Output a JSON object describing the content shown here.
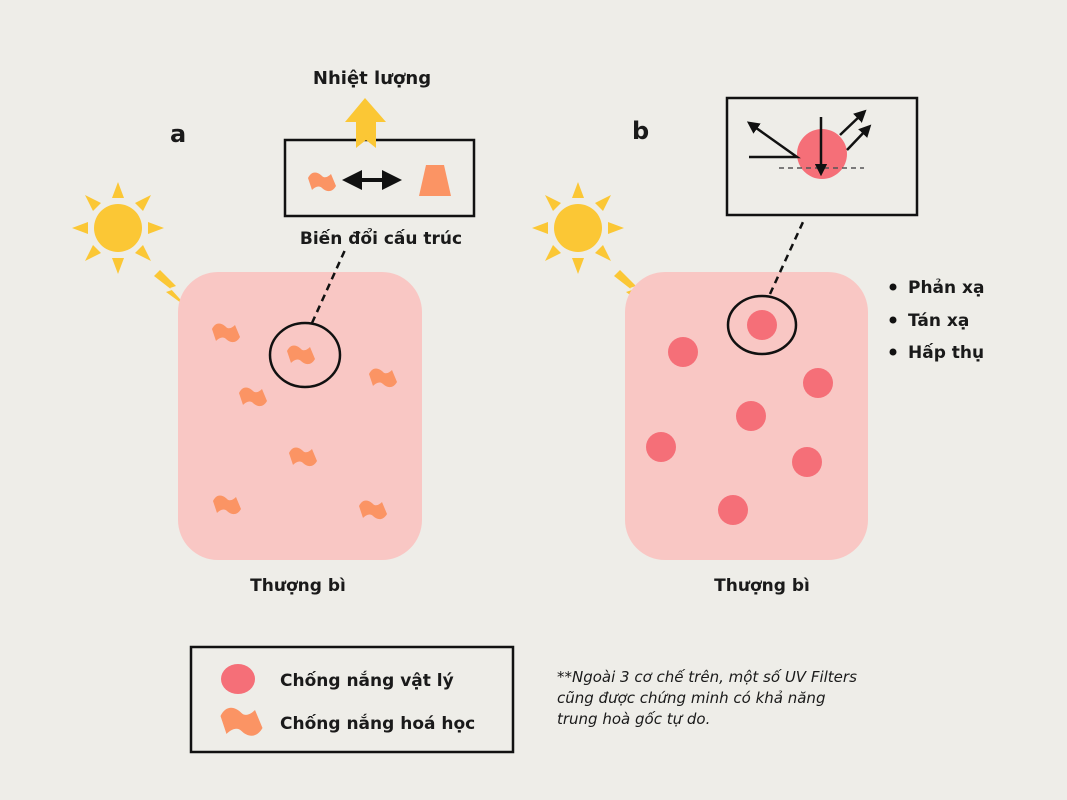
{
  "panel_a": {
    "label": "a",
    "heat_label": "Nhiệt lượng",
    "inset_caption": "Biến đổi cấu trúc",
    "layer_label": "Thượng bì"
  },
  "panel_b": {
    "label": "b",
    "layer_label": "Thượng bì",
    "mechanisms": [
      "Phản xạ",
      "Tán xạ",
      "Hấp thụ"
    ]
  },
  "legend": {
    "physical": "Chống nắng vật lý",
    "chemical": "Chống nắng hoá học"
  },
  "note": [
    "**Ngoài 3 cơ chế trên, một số UV Filters",
    "cũng được chứng minh có khả năng",
    "trung hoà gốc tự do."
  ],
  "colors": {
    "background": "#eeede8",
    "skin": "#f9c7c4",
    "chemical": "#fb9464",
    "physical": "#f56f78",
    "sun": "#fbc735"
  }
}
